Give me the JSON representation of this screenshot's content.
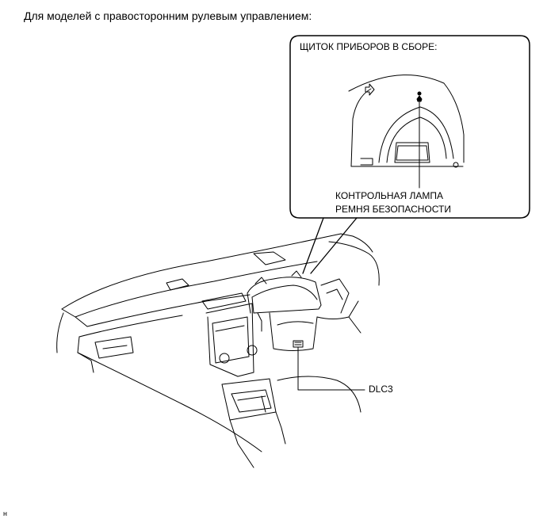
{
  "heading": "Для моделей с правосторонним рулевым управлением:",
  "callout": {
    "title": "ЩИТОК ПРИБОРОВ В СБОРЕ:",
    "label_line1": "КОНТРОЛЬНАЯ ЛАМПА",
    "label_line2": "РЕМНЯ БЕЗОПАСНОСТИ"
  },
  "connector_label": "DLC3",
  "corner_mark": "н"
}
